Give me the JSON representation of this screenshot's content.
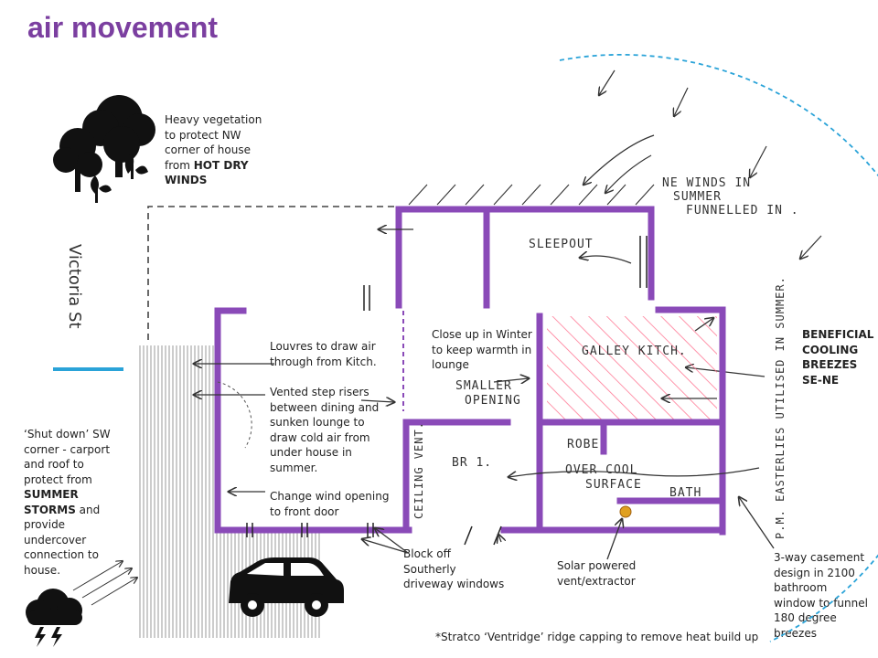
{
  "title": "air movement",
  "street": "Victoria St",
  "colors": {
    "accent": "#7b3fa0",
    "wall": "#8a4ab8",
    "hatch": "#ff6b8a",
    "breeze": "#2aa3d8",
    "vent": "#e0a020"
  },
  "icons": [
    "tree-cluster-icon",
    "car-icon",
    "storm-cloud-icon"
  ],
  "notes": {
    "vegetation": {
      "text": "Heavy vegetation\nto protect NW\ncorner of house\nfrom ",
      "bold": "HOT DRY\nWINDS"
    },
    "louvres": "Louvres to draw air\nthrough from Kitch.",
    "vented_steps": "Vented step risers\nbetween dining and\nsunken lounge to\ndraw cold air from\nunder house in\nsummer.",
    "wind_opening": "Change wind opening\nto front door",
    "close_winter": "Close up in Winter\nto keep warmth in\nlounge",
    "beneficial": "BENEFICIAL\nCOOLING\nBREEZES\nSE-NE",
    "shutdown_a": "‘Shut down’ SW\ncorner - carport\nand roof to\nprotect from\n",
    "shutdown_bold": "SUMMER\nSTORMS",
    "shutdown_b": " and\nprovide\nundercover\nconnection to\nhouse.",
    "block_off": "Block off\nSoutherly\ndriveway windows",
    "solar": "Solar powered\nvent/extractor",
    "casement": "3-way casement\ndesign in 2100\nbathroom\nwindow to funnel\n180 degree\nbreezes",
    "footer": "*Stratco ‘Ventridge’ ridge capping to remove heat build up"
  },
  "plan_labels": {
    "ne_winds": [
      "NE WINDS IN",
      "SUMMER",
      "FUNNELLED IN ."
    ],
    "pm_easterlies": "P.M. EASTERLIES UTILISED IN SUMMER.",
    "sleepout": "SLEEPOUT",
    "galley": "GALLEY KITCH.",
    "smaller": [
      "SMALLER",
      "OPENING"
    ],
    "ceiling_vent": "CEILING VENT.",
    "br1": "BR 1.",
    "robe": "ROBE",
    "over_cool": [
      "OVER COOL",
      "SURFACE"
    ],
    "bath": "BATH"
  }
}
